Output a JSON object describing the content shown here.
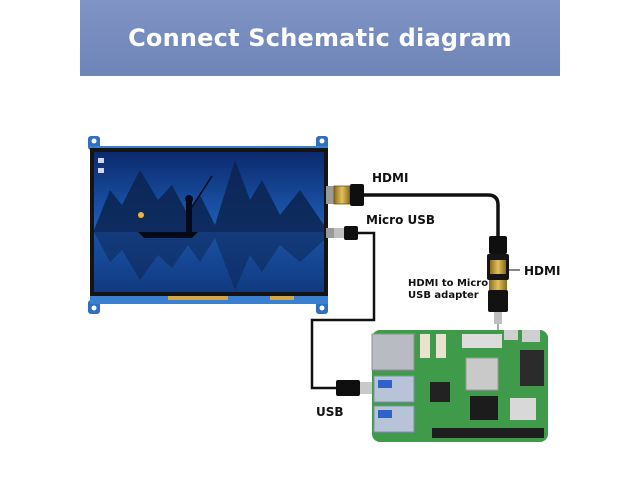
{
  "banner": {
    "title": "Connect Schematic diagram"
  },
  "labels": {
    "hdmi_top": "HDMI",
    "micro_usb": "Micro USB",
    "hdmi_right": "HDMI",
    "adapter_line1": "HDMI to Micro",
    "adapter_line2": "USB adapter",
    "usb": "USB"
  },
  "colors": {
    "banner": "#7589bd",
    "pcb_blue": "#3a7fd0",
    "raspberry_green": "#3f9a4a",
    "cable": "#111111",
    "connector_gold": "#c8a23c"
  }
}
